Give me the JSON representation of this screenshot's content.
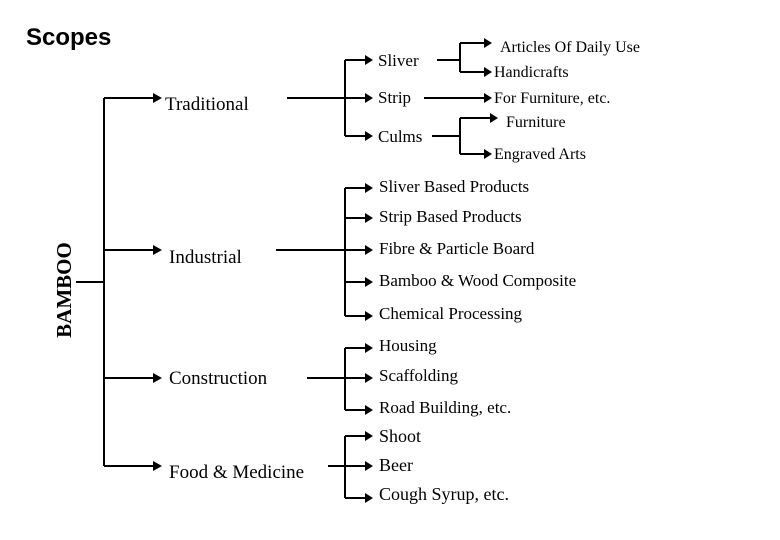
{
  "page": {
    "title": "Scopes"
  },
  "diagram": {
    "root": "BAMBOO",
    "categories": [
      {
        "name": "Traditional",
        "items": [
          "Sliver",
          "Strip",
          "Culms"
        ]
      },
      {
        "name": "Industrial",
        "items": [
          "Sliver Based Products",
          "Strip Based Products",
          "Fibre & Particle Board",
          "Bamboo & Wood Composite",
          "Chemical Processing"
        ]
      },
      {
        "name": "Construction",
        "items": [
          "Housing",
          "Scaffolding",
          "Road Building, etc."
        ]
      },
      {
        "name": "Food & Medicine",
        "items": [
          "Shoot",
          "Beer",
          "Cough Syrup, etc."
        ]
      }
    ],
    "traditional_uses": {
      "sliver": [
        "Articles Of Daily Use",
        "Handicrafts"
      ],
      "strip": [
        "For Furniture, etc."
      ],
      "culms": [
        "Furniture",
        "Engraved Arts"
      ]
    }
  }
}
